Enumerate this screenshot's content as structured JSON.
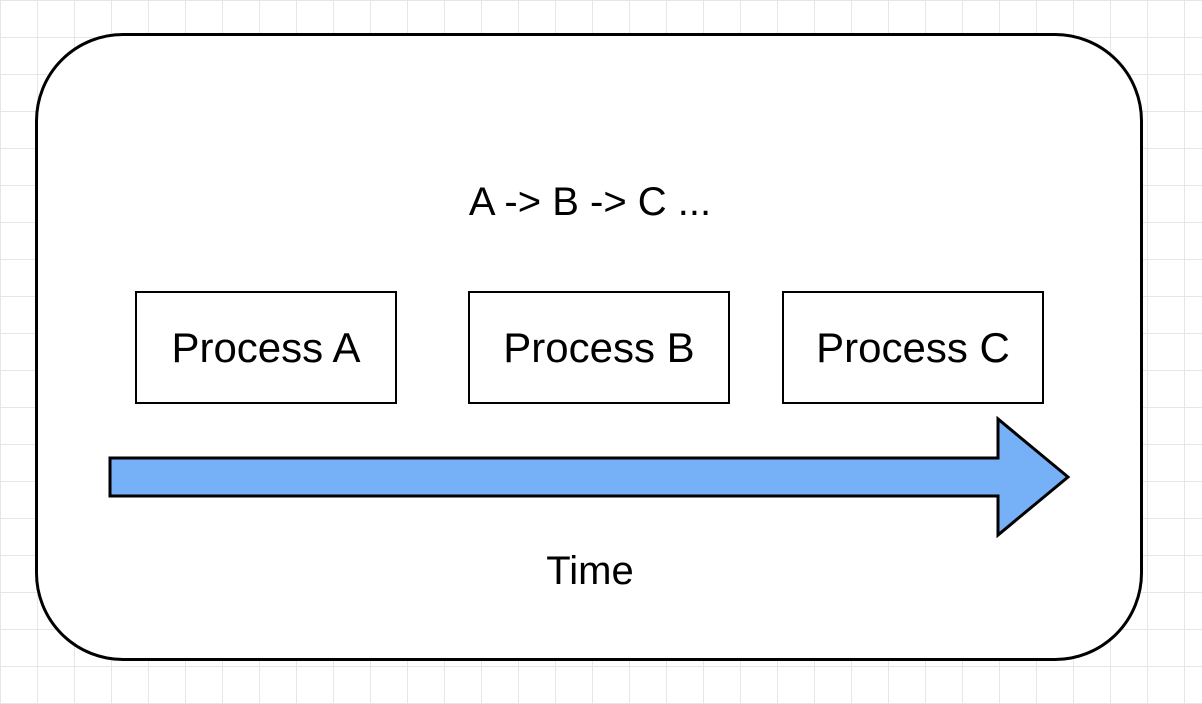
{
  "diagram": {
    "sequence_text": "A -> B -> C ...",
    "processes": [
      {
        "label": "Process A"
      },
      {
        "label": "Process B"
      },
      {
        "label": "Process C"
      }
    ],
    "time_label": "Time"
  },
  "colors": {
    "arrow_fill": "#76b0f7",
    "stroke": "#000000",
    "background": "#ffffff",
    "grid": "#e6e6e6"
  }
}
